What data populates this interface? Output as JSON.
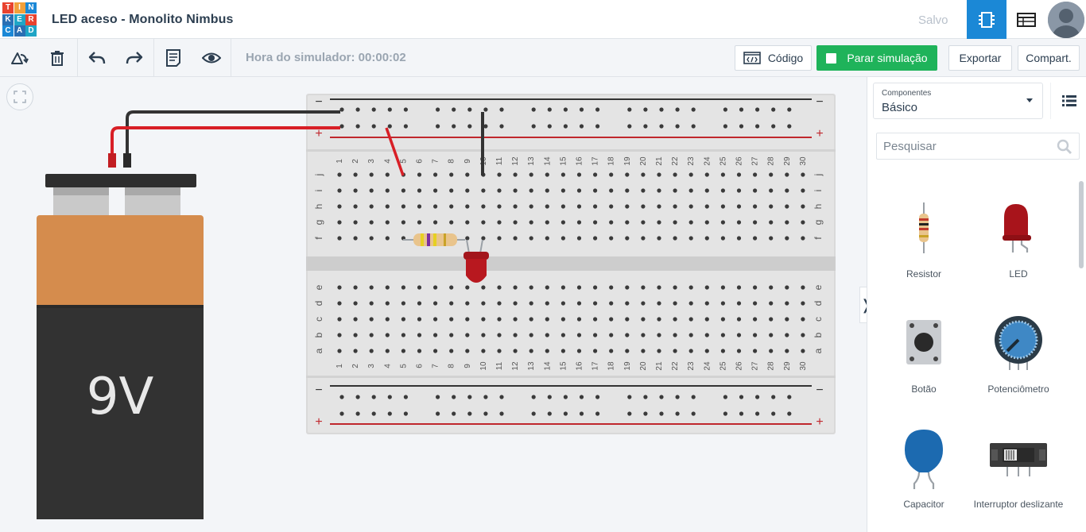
{
  "app": {
    "title": "LED aceso - Monolito Nimbus",
    "save_status": "Salvo",
    "logo_letters": [
      "T",
      "I",
      "N",
      "K",
      "E",
      "R",
      "C",
      "A",
      "D"
    ]
  },
  "toolbar": {
    "sim_time": "Hora do simulador: 00:00:02",
    "code_label": "Código",
    "sim_label": "Parar simulação",
    "export_label": "Exportar",
    "share_label": "Compart."
  },
  "breadboard": {
    "top_rail_labels": [
      "−",
      "+"
    ],
    "columns": [
      "1",
      "2",
      "3",
      "4",
      "5",
      "6",
      "7",
      "8",
      "9",
      "10",
      "11",
      "12",
      "13",
      "14",
      "15",
      "16",
      "17",
      "18",
      "19",
      "20",
      "21",
      "22",
      "23",
      "24",
      "25",
      "26",
      "27",
      "28",
      "29",
      "30"
    ],
    "rows_top": [
      "j",
      "i",
      "h",
      "g",
      "f"
    ],
    "rows_bottom": [
      "e",
      "d",
      "c",
      "b",
      "a"
    ]
  },
  "battery": {
    "label": "9V"
  },
  "panel": {
    "select_label": "Componentes",
    "select_value": "Básico",
    "search_placeholder": "Pesquisar",
    "components": [
      {
        "name": "Resistor",
        "icon": "resistor-icon"
      },
      {
        "name": "LED",
        "icon": "led-icon"
      },
      {
        "name": "Botão",
        "icon": "pushbutton-icon"
      },
      {
        "name": "Potenciômetro",
        "icon": "potentiometer-icon"
      },
      {
        "name": "Capacitor",
        "icon": "capacitor-icon"
      },
      {
        "name": "Interruptor deslizante",
        "icon": "slide-switch-icon"
      }
    ]
  },
  "colors": {
    "accent_blue": "#1b88d6",
    "sim_green": "#1fb35a",
    "wire_red": "#d81f26",
    "wire_black": "#333333",
    "battery_orange": "#d58c4d",
    "battery_body": "#323232"
  }
}
